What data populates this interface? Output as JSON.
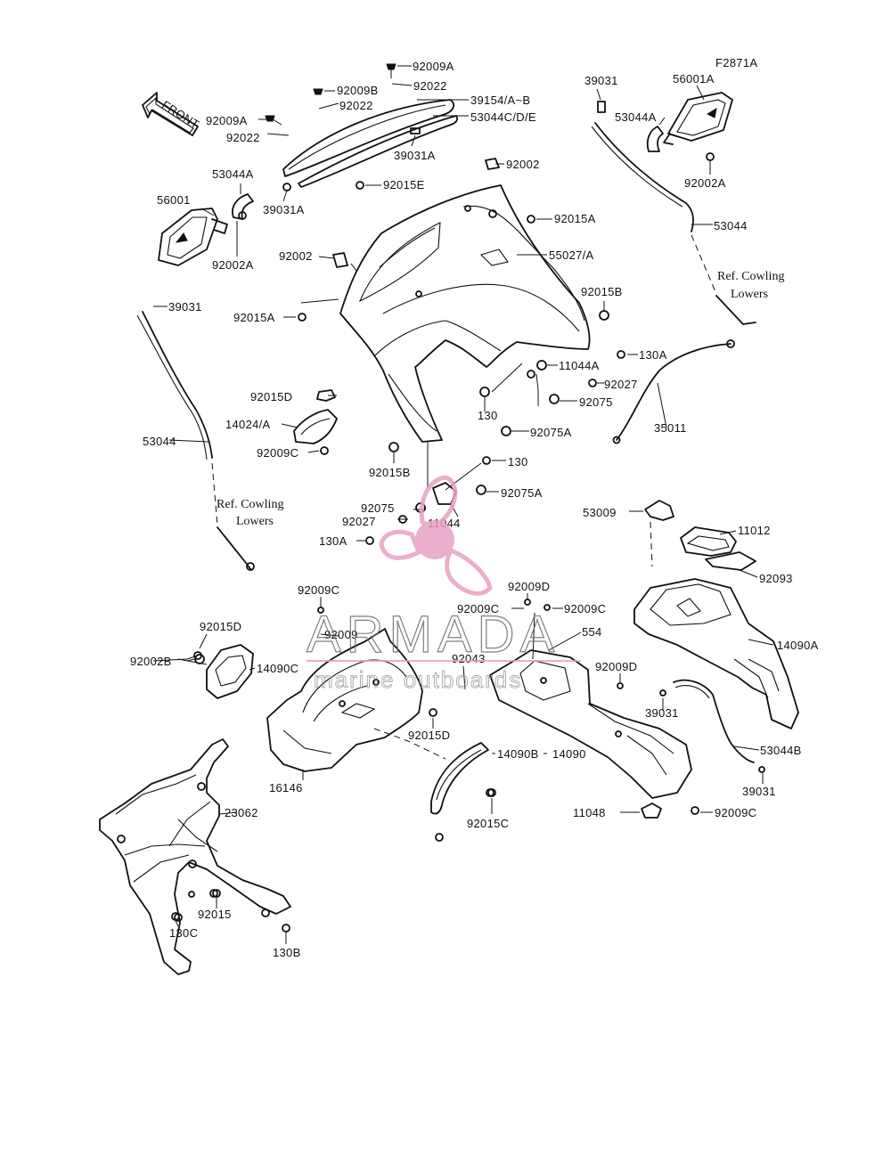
{
  "figure_code": "F2871A",
  "front_marker": "FRONT",
  "watermark": {
    "brand": "ARMADA",
    "tagline": "marine outboards",
    "accent_color": "#e8a0c4"
  },
  "references": {
    "cowling_lowers_left_1": "Ref. Cowling",
    "cowling_lowers_left_2": "Lowers",
    "cowling_lowers_right_1": "Ref. Cowling",
    "cowling_lowers_right_2": "Lowers"
  },
  "parts": {
    "p92009A_top": "92009A",
    "p92009B": "92009B",
    "p92022_a": "92022",
    "p92022_b": "92022",
    "p39154": "39154/A~B",
    "p53044CDE": "53044C/D/E",
    "p92009A_left": "92009A",
    "p92022_c": "92022",
    "p39031A_a": "39031A",
    "p92015E": "92015E",
    "p39031A_b": "39031A",
    "p53044A_left": "53044A",
    "p92002_top": "92002",
    "p56001": "56001",
    "p92015A_a": "92015A",
    "p92002A_left": "92002A",
    "p92002_mid": "92002",
    "p55027": "55027/A",
    "p92015B_a": "92015B",
    "p39031_left": "39031",
    "p92015A_b": "92015A",
    "p39031_top": "39031",
    "p56001A": "56001A",
    "p53044A_right": "53044A",
    "p92002A_right": "92002A",
    "p53044_right": "53044",
    "p130A_a": "130A",
    "p11044A": "11044A",
    "p92027_a": "92027",
    "p92075_a": "92075",
    "p92075A_a": "92075A",
    "p130_a": "130",
    "p35011": "35011",
    "p92015D_a": "92015D",
    "p14024": "14024/A",
    "p92009C_a": "92009C",
    "p53044_left": "53044",
    "p92015B_b": "92015B",
    "p130_b": "130",
    "p92075_b": "92075",
    "p92075A_b": "92075A",
    "p92027_b": "92027",
    "p11044": "11044",
    "p130A_b": "130A",
    "p53009": "53009",
    "p11012": "11012",
    "p92093": "92093",
    "p92009C_b": "92009C",
    "p92009D_a": "92009D",
    "p92009C_c": "92009C",
    "p92009C_d": "92009C",
    "p554": "554",
    "p92015D_b": "92015D",
    "p92009_mid": "92009",
    "p92043": "92043",
    "p14090A": "14090A",
    "p92002B": "92002B",
    "p14090C": "14090C",
    "p92009D_b": "92009D",
    "p39031_right": "39031",
    "p92015D_c": "92015D",
    "p14090B": "14090B",
    "p14090": "14090",
    "p53044B": "53044B",
    "p16146": "16146",
    "p39031_br": "39031",
    "p23062": "23062",
    "p92015C": "92015C",
    "p11048": "11048",
    "p92009C_e": "92009C",
    "p92015_bottom": "92015",
    "p130C": "130C",
    "p130B": "130B"
  }
}
